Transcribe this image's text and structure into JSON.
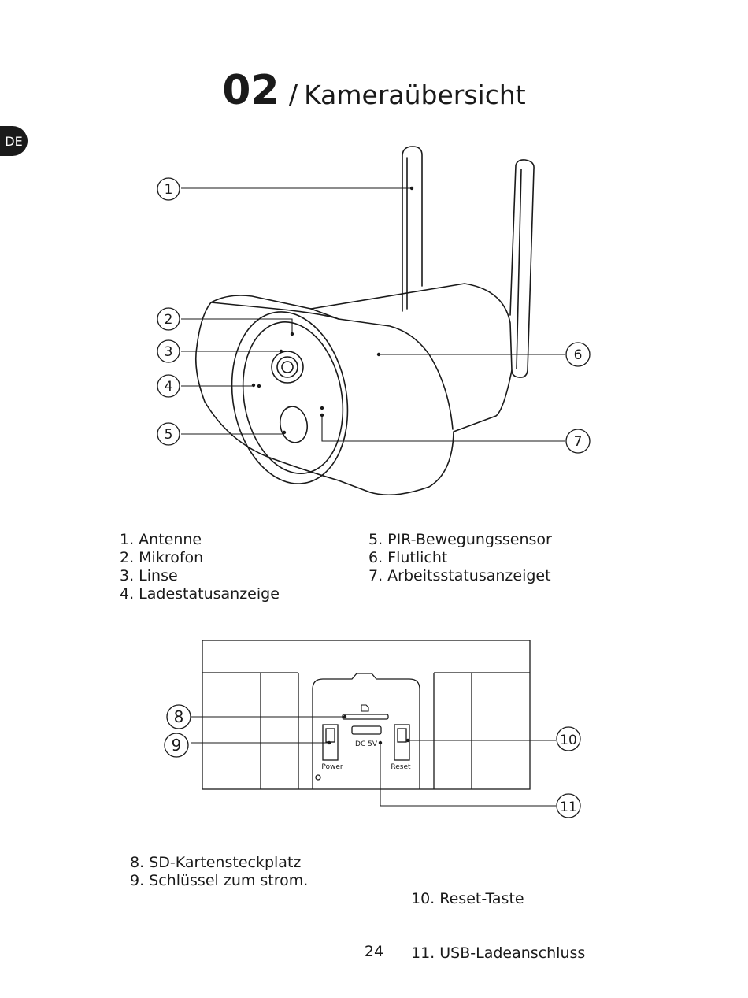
{
  "language_tab": "DE",
  "title": {
    "number": "02",
    "separator": "/",
    "text": "Kameraübersicht"
  },
  "camera_diagram": {
    "callouts": [
      "1",
      "2",
      "3",
      "4",
      "5",
      "6",
      "7"
    ]
  },
  "legend_top": {
    "left": [
      "1.  Antenne",
      "2. Mikrofon",
      "3. Linse",
      "4. Ladestatusanzeige"
    ],
    "right": [
      "5. PIR-Bewegungssensor",
      "6. Flutlicht",
      "7. Arbeitsstatusanzeiget"
    ]
  },
  "back_panel": {
    "callouts": [
      "8",
      "9",
      "10",
      "11"
    ],
    "labels": {
      "power": "Power",
      "dc": "DC 5V",
      "reset": "Reset"
    }
  },
  "legend_bottom": {
    "left": [
      "8. SD-Kartensteckplatz",
      "9. Schlüssel zum strom."
    ],
    "right": [
      "10. Reset-Taste",
      " 11. USB-Ladeanschluss"
    ]
  },
  "page_number": "24"
}
